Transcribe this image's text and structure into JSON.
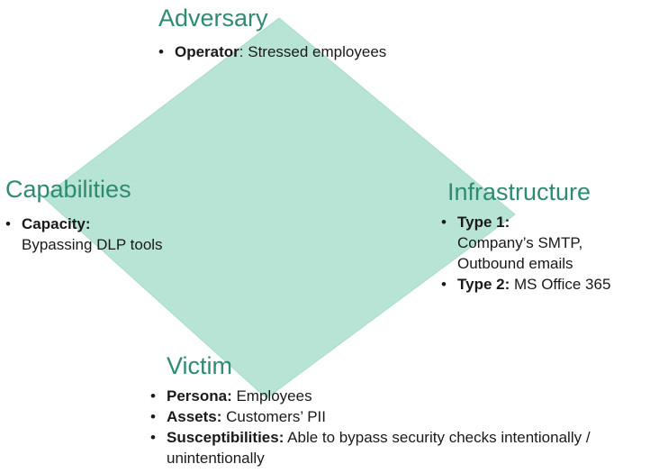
{
  "colors": {
    "diamond_fill": "#b7e4d4",
    "diamond_stroke": "#a8dcc8",
    "heading": "#2e8b72",
    "text": "#1a1a1a"
  },
  "bullet_glyph": "•",
  "adversary": {
    "title": "Adversary",
    "items": [
      {
        "label": "Operator",
        "sep": ": ",
        "value": "Stressed employees"
      }
    ]
  },
  "capabilities": {
    "title": "Capabilities",
    "items": [
      {
        "label": "Capacity:",
        "lines": [
          "Bypassing DLP tools"
        ]
      }
    ]
  },
  "infrastructure": {
    "title": "Infrastructure",
    "items": [
      {
        "label": "Type 1:",
        "lines": [
          "Company’s SMTP,",
          "Outbound emails"
        ]
      },
      {
        "label": "Type 2:",
        "value": " MS Office 365"
      }
    ]
  },
  "victim": {
    "title": "Victim",
    "items": [
      {
        "label": "Persona:",
        "value": " Employees"
      },
      {
        "label": "Assets:",
        "value": " Customers’ PII"
      },
      {
        "label": "Susceptibilities:",
        "value": " Able to bypass security checks intentionally / unintentionally"
      }
    ]
  }
}
